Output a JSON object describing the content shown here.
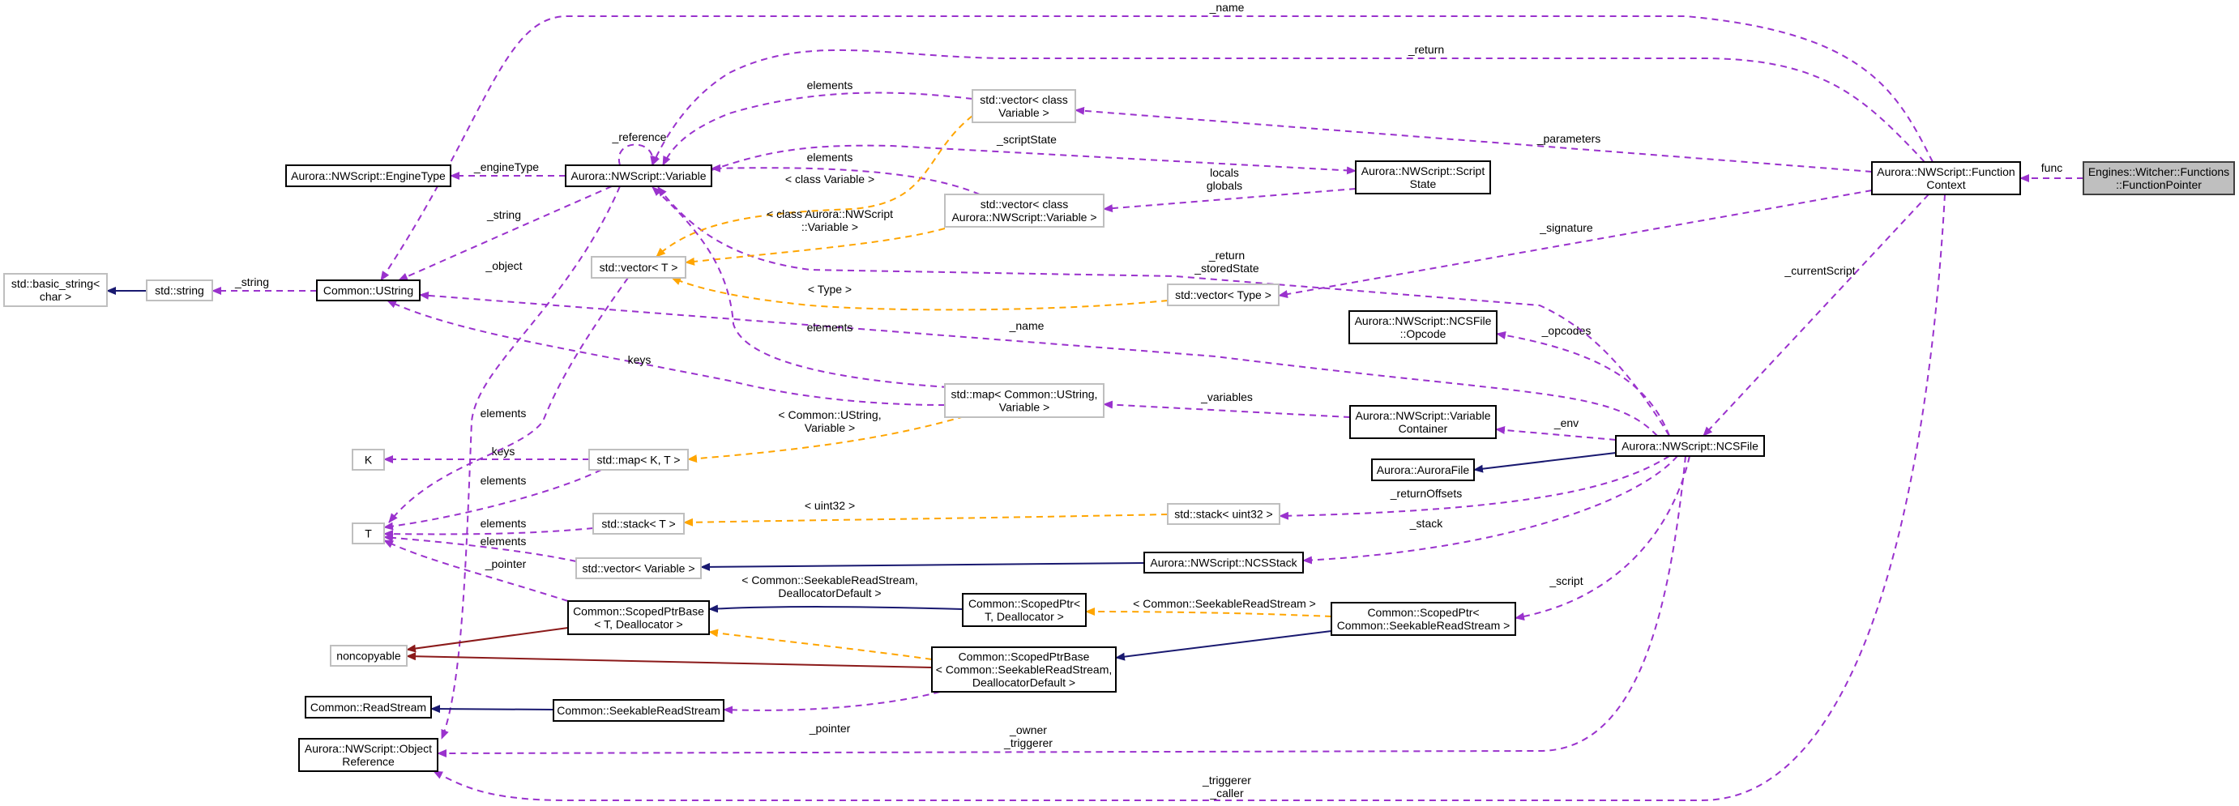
{
  "diagram": {
    "type": "collaboration-graph",
    "colors": {
      "usage": "#9a32cd",
      "public": "#191970",
      "private": "#8b1a1a",
      "template": "#ffa500",
      "focus_fill": "#bfbfbf"
    },
    "nodes": [
      {
        "id": "fp",
        "style": "focus",
        "lines": [
          "Engines::Witcher::Functions",
          "::FunctionPointer"
        ]
      },
      {
        "id": "fc",
        "style": "normal",
        "lines": [
          "Aurora::NWScript::Function",
          "Context"
        ]
      },
      {
        "id": "ncs",
        "style": "normal",
        "lines": [
          "Aurora::NWScript::NCSFile"
        ]
      },
      {
        "id": "opcode",
        "style": "normal",
        "lines": [
          "Aurora::NWScript::NCSFile",
          "::Opcode"
        ]
      },
      {
        "id": "vc",
        "style": "normal",
        "lines": [
          "Aurora::NWScript::Variable",
          "Container"
        ]
      },
      {
        "id": "af",
        "style": "normal",
        "lines": [
          "Aurora::AuroraFile"
        ]
      },
      {
        "id": "ncsstack",
        "style": "normal",
        "lines": [
          "Aurora::NWScript::NCSStack"
        ]
      },
      {
        "id": "spsrs",
        "style": "normal",
        "lines": [
          "Common::ScopedPtr<",
          "Common::SeekableReadStream >"
        ]
      },
      {
        "id": "ss",
        "style": "normal",
        "lines": [
          "Aurora::NWScript::Script",
          "State"
        ]
      },
      {
        "id": "vtype",
        "style": "template",
        "lines": [
          "std::vector< Type >"
        ]
      },
      {
        "id": "stu32",
        "style": "template",
        "lines": [
          "std::stack< uint32 >"
        ]
      },
      {
        "id": "vcv",
        "style": "template",
        "lines": [
          "std::vector< class",
          "Variable >"
        ]
      },
      {
        "id": "vcav",
        "style": "template",
        "lines": [
          "std::vector< class",
          "Aurora::NWScript::Variable >"
        ]
      },
      {
        "id": "mapuv",
        "style": "template",
        "lines": [
          "std::map< Common::UString,",
          "Variable >"
        ]
      },
      {
        "id": "sptd",
        "style": "normal",
        "lines": [
          "Common::ScopedPtr<",
          "T, Deallocator >"
        ]
      },
      {
        "id": "spbsrs",
        "style": "normal",
        "lines": [
          "Common::ScopedPtrBase",
          "< Common::SeekableReadStream,",
          "DeallocatorDefault >"
        ]
      },
      {
        "id": "var",
        "style": "normal",
        "lines": [
          "Aurora::NWScript::Variable"
        ]
      },
      {
        "id": "et",
        "style": "normal",
        "lines": [
          "Aurora::NWScript::EngineType"
        ]
      },
      {
        "id": "vt",
        "style": "template",
        "lines": [
          "std::vector< T >"
        ]
      },
      {
        "id": "mapkt",
        "style": "template",
        "lines": [
          "std::map< K, T >"
        ]
      },
      {
        "id": "stt",
        "style": "template",
        "lines": [
          "std::stack< T >"
        ]
      },
      {
        "id": "vvar",
        "style": "template",
        "lines": [
          "std::vector< Variable >"
        ]
      },
      {
        "id": "spbtd",
        "style": "normal",
        "lines": [
          "Common::ScopedPtrBase",
          "< T, Deallocator >"
        ]
      },
      {
        "id": "srs",
        "style": "normal",
        "lines": [
          "Common::SeekableReadStream"
        ]
      },
      {
        "id": "us",
        "style": "normal",
        "lines": [
          "Common::UString"
        ]
      },
      {
        "id": "str",
        "style": "template",
        "lines": [
          "std::string"
        ]
      },
      {
        "id": "bs",
        "style": "template",
        "lines": [
          "std::basic_string<",
          "char >"
        ]
      },
      {
        "id": "k",
        "style": "template",
        "lines": [
          "K"
        ]
      },
      {
        "id": "t",
        "style": "template",
        "lines": [
          "T"
        ]
      },
      {
        "id": "nc",
        "style": "template",
        "lines": [
          "noncopyable"
        ]
      },
      {
        "id": "rs",
        "style": "normal",
        "lines": [
          "Common::ReadStream"
        ]
      },
      {
        "id": "oref",
        "style": "normal",
        "lines": [
          "Aurora::NWScript::Object",
          "Reference"
        ]
      }
    ],
    "edges": [
      {
        "from": "fp",
        "to": "fc",
        "kind": "usage",
        "labels": [
          "func"
        ]
      },
      {
        "from": "fc",
        "to": "us",
        "kind": "usage",
        "labels": [
          "_name"
        ]
      },
      {
        "from": "fc",
        "to": "var",
        "kind": "usage",
        "labels": [
          "_return"
        ]
      },
      {
        "from": "fc",
        "to": "vcv",
        "kind": "usage",
        "labels": [
          "_parameters"
        ]
      },
      {
        "from": "fc",
        "to": "vtype",
        "kind": "usage",
        "labels": [
          "_signature"
        ]
      },
      {
        "from": "fc",
        "to": "ncs",
        "kind": "usage",
        "labels": [
          "_currentScript"
        ]
      },
      {
        "from": "fc",
        "to": "oref",
        "kind": "usage",
        "labels": [
          "_triggerer",
          "_caller"
        ]
      },
      {
        "from": "ncs",
        "to": "oref",
        "kind": "usage",
        "labels": [
          "_owner",
          "_triggerer"
        ]
      },
      {
        "from": "ncs",
        "to": "opcode",
        "kind": "usage",
        "labels": [
          "_opcodes"
        ]
      },
      {
        "from": "ncs",
        "to": "vc",
        "kind": "usage",
        "labels": [
          "_env"
        ]
      },
      {
        "from": "ncs",
        "to": "af",
        "kind": "public",
        "labels": []
      },
      {
        "from": "ncs",
        "to": "stu32",
        "kind": "usage",
        "labels": [
          "_returnOffsets"
        ]
      },
      {
        "from": "ncs",
        "to": "ncsstack",
        "kind": "usage",
        "labels": [
          "_stack"
        ]
      },
      {
        "from": "ncs",
        "to": "spsrs",
        "kind": "usage",
        "labels": [
          "_script"
        ]
      },
      {
        "from": "ncs",
        "to": "us",
        "kind": "usage",
        "labels": [
          "_name"
        ]
      },
      {
        "from": "ncs",
        "to": "var",
        "kind": "usage",
        "labels": [
          "_return",
          "_storedState"
        ]
      },
      {
        "from": "var",
        "to": "ss",
        "kind": "usage",
        "labels": [
          "_scriptState"
        ]
      },
      {
        "from": "ss",
        "to": "vcav",
        "kind": "usage",
        "labels": [
          "locals",
          "globals"
        ]
      },
      {
        "from": "vcv",
        "to": "var",
        "kind": "usage",
        "labels": [
          "elements"
        ]
      },
      {
        "from": "vcav",
        "to": "var",
        "kind": "usage",
        "labels": [
          "elements"
        ]
      },
      {
        "from": "vcv",
        "to": "vt",
        "kind": "template",
        "labels": [
          "< class Variable >"
        ]
      },
      {
        "from": "vcav",
        "to": "vt",
        "kind": "template",
        "labels": [
          "< class Aurora::NWScript",
          "::Variable >"
        ]
      },
      {
        "from": "vtype",
        "to": "vt",
        "kind": "template",
        "labels": [
          "< Type >"
        ]
      },
      {
        "from": "mapuv",
        "to": "us",
        "kind": "usage",
        "labels": [
          "keys"
        ]
      },
      {
        "from": "mapuv",
        "to": "var",
        "kind": "usage",
        "labels": [
          "elements"
        ]
      },
      {
        "from": "vc",
        "to": "mapuv",
        "kind": "usage",
        "labels": [
          "_variables"
        ]
      },
      {
        "from": "mapuv",
        "to": "mapkt",
        "kind": "template",
        "labels": [
          "< Common::UString,",
          "Variable >"
        ]
      },
      {
        "from": "mapkt",
        "to": "k",
        "kind": "usage",
        "labels": [
          "keys"
        ]
      },
      {
        "from": "mapkt",
        "to": "t",
        "kind": "usage",
        "labels": [
          "elements"
        ]
      },
      {
        "from": "stt",
        "to": "t",
        "kind": "usage",
        "labels": [
          "elements"
        ]
      },
      {
        "from": "vvar",
        "to": "t",
        "kind": "usage",
        "labels": [
          "elements"
        ]
      },
      {
        "from": "spbtd",
        "to": "t",
        "kind": "usage",
        "labels": [
          "_pointer"
        ]
      },
      {
        "from": "vt",
        "to": "t",
        "kind": "usage",
        "labels": [
          "elements"
        ]
      },
      {
        "from": "var",
        "to": "oref",
        "kind": "usage",
        "labels": [
          "_object"
        ]
      },
      {
        "from": "var",
        "to": "us",
        "kind": "usage",
        "labels": [
          "_string"
        ]
      },
      {
        "from": "var",
        "to": "et",
        "kind": "usage",
        "labels": [
          "_engineType"
        ]
      },
      {
        "from": "var",
        "to": "var",
        "kind": "usage",
        "labels": [
          "_reference"
        ]
      },
      {
        "from": "str",
        "to": "bs",
        "kind": "public",
        "labels": []
      },
      {
        "from": "us",
        "to": "str",
        "kind": "usage",
        "labels": [
          "_string"
        ]
      },
      {
        "from": "spbtd",
        "to": "nc",
        "kind": "private",
        "labels": []
      },
      {
        "from": "spbsrs",
        "to": "nc",
        "kind": "private",
        "labels": []
      },
      {
        "from": "srs",
        "to": "rs",
        "kind": "public",
        "labels": []
      },
      {
        "from": "spbsrs",
        "to": "srs",
        "kind": "usage",
        "labels": [
          "_pointer"
        ]
      },
      {
        "from": "sptd",
        "to": "spbtd",
        "kind": "public",
        "labels": []
      },
      {
        "from": "spbsrs",
        "to": "spbtd",
        "kind": "template",
        "labels": [
          "< Common::SeekableReadStream,",
          "DeallocatorDefault >"
        ]
      },
      {
        "from": "spsrs",
        "to": "sptd",
        "kind": "template",
        "labels": [
          "< Common::SeekableReadStream >"
        ]
      },
      {
        "from": "spsrs",
        "to": "spbsrs",
        "kind": "public",
        "labels": []
      },
      {
        "from": "ncsstack",
        "to": "vvar",
        "kind": "public",
        "labels": []
      },
      {
        "from": "stu32",
        "to": "stt",
        "kind": "template",
        "labels": [
          "< uint32 >"
        ]
      }
    ]
  }
}
